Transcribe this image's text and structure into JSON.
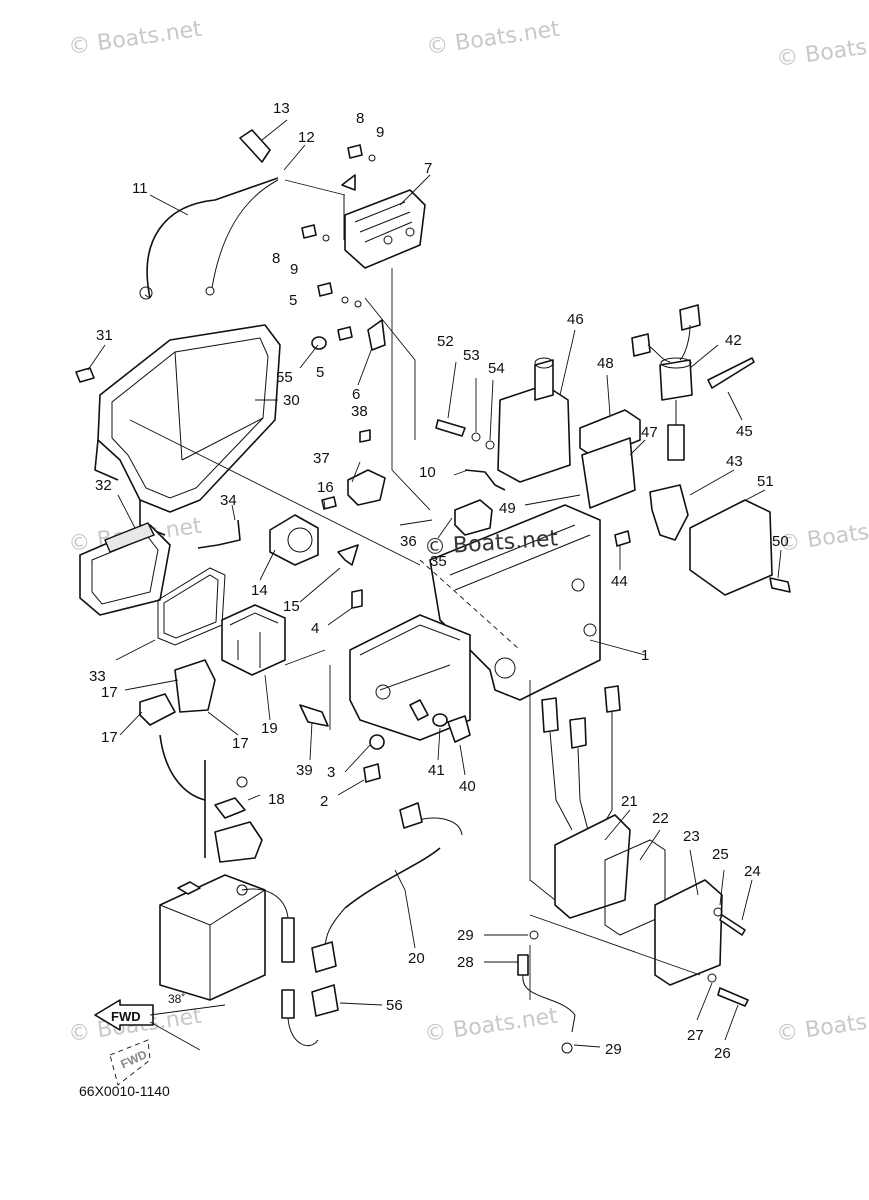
{
  "watermark": "© Boats.net",
  "diagram_code": "66X0010-1140",
  "fwd_label": "FWD",
  "angle_label": "38˚",
  "callouts": [
    "1",
    "2",
    "3",
    "4",
    "5",
    "5",
    "6",
    "7",
    "8",
    "8",
    "9",
    "9",
    "10",
    "11",
    "12",
    "13",
    "14",
    "15",
    "16",
    "17",
    "17",
    "17",
    "18",
    "19",
    "20",
    "21",
    "22",
    "23",
    "24",
    "25",
    "26",
    "27",
    "28",
    "29",
    "29",
    "30",
    "31",
    "32",
    "33",
    "34",
    "35",
    "36",
    "37",
    "38",
    "39",
    "40",
    "41",
    "42",
    "43",
    "44",
    "45",
    "46",
    "47",
    "48",
    "49",
    "50",
    "51",
    "52",
    "53",
    "54",
    "55",
    "56"
  ]
}
